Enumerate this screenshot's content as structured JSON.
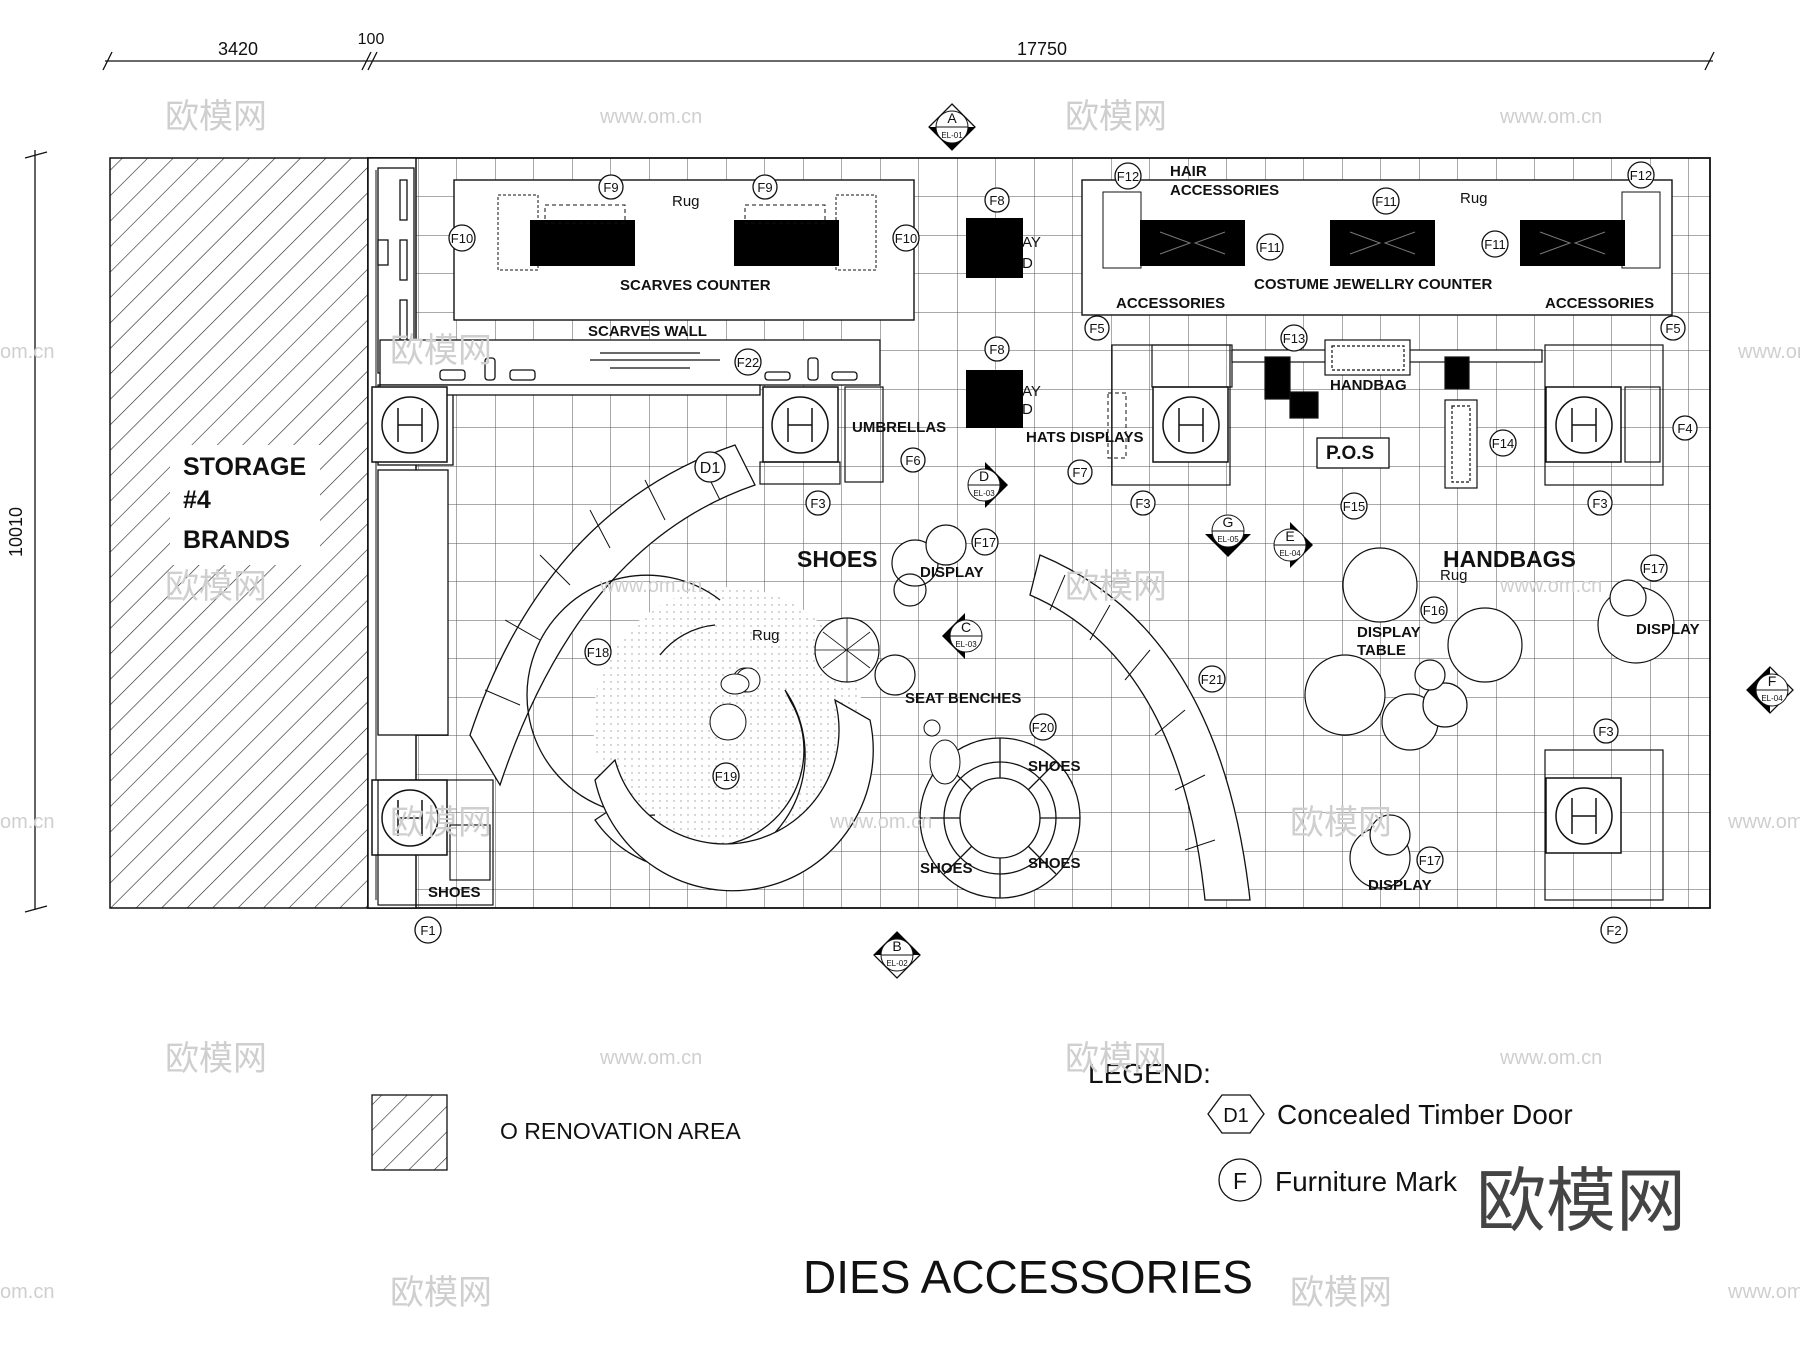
{
  "dimensions": {
    "left": "3420",
    "gap": "100",
    "top": "17750",
    "side": "10010"
  },
  "storage": {
    "line1": "STORAGE",
    "line2": "#4",
    "line3": "BRANDS"
  },
  "labels": {
    "rug": "Rug",
    "scarves_counter": "SCARVES COUNTER",
    "scarves_wall": "SCARVES WALL",
    "hair_accessories_1": "HAIR",
    "hair_accessories_2": "ACCESSORIES",
    "accessories": "ACCESSORIES",
    "costume_jewellry": "COSTUME JEWELLRY COUNTER",
    "handbag": "HANDBAG",
    "pos": "P.O.S",
    "umbrellas": "UMBRELLAS",
    "hats_displays": "HATS DISPLAYS",
    "shoes": "SHOES",
    "display": "DISPLAY",
    "seat_benches": "SEAT BENCHES",
    "handbags": "HANDBAGS",
    "display_table_1": "DISPLAY",
    "display_table_2": "TABLE",
    "ay": "AY",
    "d": "D"
  },
  "furniture_marks": {
    "f1": "F1",
    "f2": "F2",
    "f3": "F3",
    "f4": "F4",
    "f5": "F5",
    "f6": "F6",
    "f7": "F7",
    "f8": "F8",
    "f9": "F9",
    "f10": "F10",
    "f11": "F11",
    "f12": "F12",
    "f13": "F13",
    "f14": "F14",
    "f15": "F15",
    "f16": "F16",
    "f17": "F17",
    "f18": "F18",
    "f19": "F19",
    "f20": "F20",
    "f21": "F21",
    "f22": "F22",
    "d1": "D1"
  },
  "elevations": {
    "a": {
      "letter": "A",
      "ref": "EL-01"
    },
    "b": {
      "letter": "B",
      "ref": "EL-02"
    },
    "c": {
      "letter": "C",
      "ref": "EL-03"
    },
    "d": {
      "letter": "D",
      "ref": "EL-03"
    },
    "e": {
      "letter": "E",
      "ref": "EL-04"
    },
    "f": {
      "letter": "F",
      "ref": "EL-04"
    },
    "g": {
      "letter": "G",
      "ref": "EL-05"
    }
  },
  "legend": {
    "title": "LEGEND:",
    "hatch_label": "O RENOVATION AREA",
    "door_symbol": "D1",
    "door_label": "Concealed Timber Door",
    "furniture_symbol": "F",
    "furniture_label": "Furniture Mark"
  },
  "drawing_title": "DIES ACCESSORIES",
  "watermark": {
    "brand": "欧模网",
    "url": "www.om.cn",
    "url_short": "om.cn"
  },
  "colors": {
    "line": "#111111",
    "fill": "#000000",
    "grid": "#444444",
    "watermark": "#cfcfcf"
  }
}
